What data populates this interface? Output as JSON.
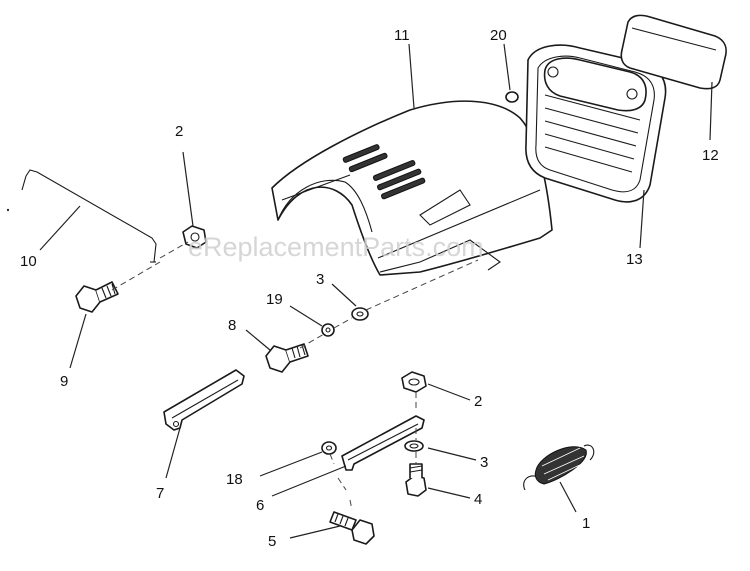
{
  "watermark": "eReplacementParts.com",
  "callouts": [
    {
      "id": "1",
      "label": "1"
    },
    {
      "id": "2a",
      "label": "2"
    },
    {
      "id": "2b",
      "label": "2"
    },
    {
      "id": "3a",
      "label": "3"
    },
    {
      "id": "3b",
      "label": "3"
    },
    {
      "id": "4",
      "label": "4"
    },
    {
      "id": "5",
      "label": "5"
    },
    {
      "id": "6",
      "label": "6"
    },
    {
      "id": "7",
      "label": "7"
    },
    {
      "id": "8",
      "label": "8"
    },
    {
      "id": "9",
      "label": "9"
    },
    {
      "id": "10",
      "label": "10"
    },
    {
      "id": "11",
      "label": "11"
    },
    {
      "id": "12",
      "label": "12"
    },
    {
      "id": "13",
      "label": "13"
    },
    {
      "id": "18",
      "label": "18"
    },
    {
      "id": "19",
      "label": "19"
    },
    {
      "id": "20",
      "label": "20"
    }
  ]
}
